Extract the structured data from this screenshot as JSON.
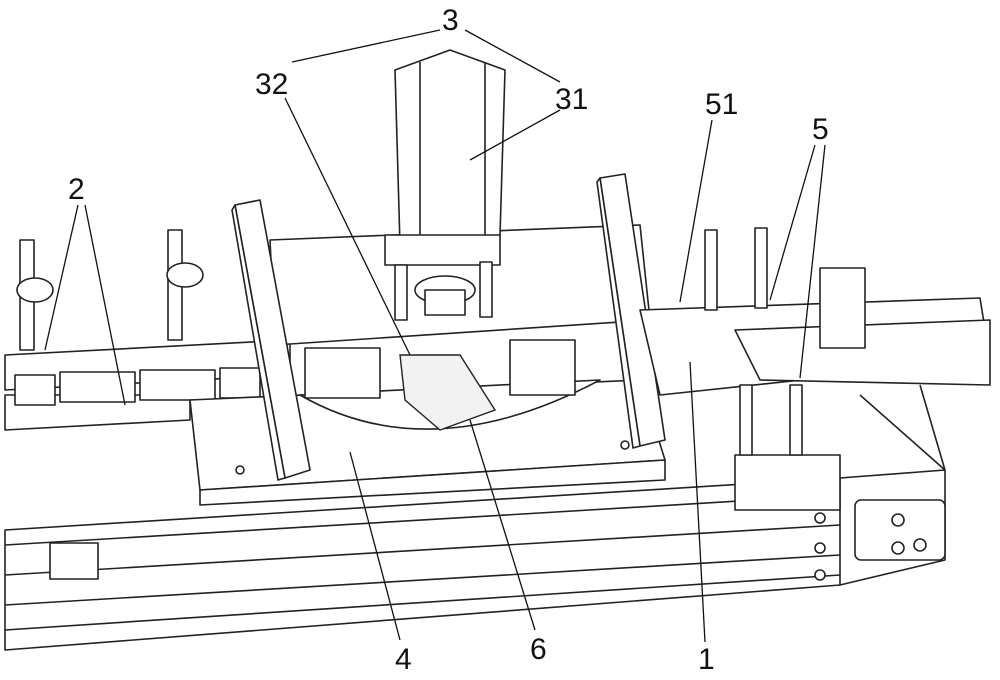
{
  "labels": {
    "l3": "3",
    "l32": "32",
    "l31": "31",
    "l51": "51",
    "l5": "5",
    "l2": "2",
    "l4": "4",
    "l6": "6",
    "l1": "1"
  }
}
